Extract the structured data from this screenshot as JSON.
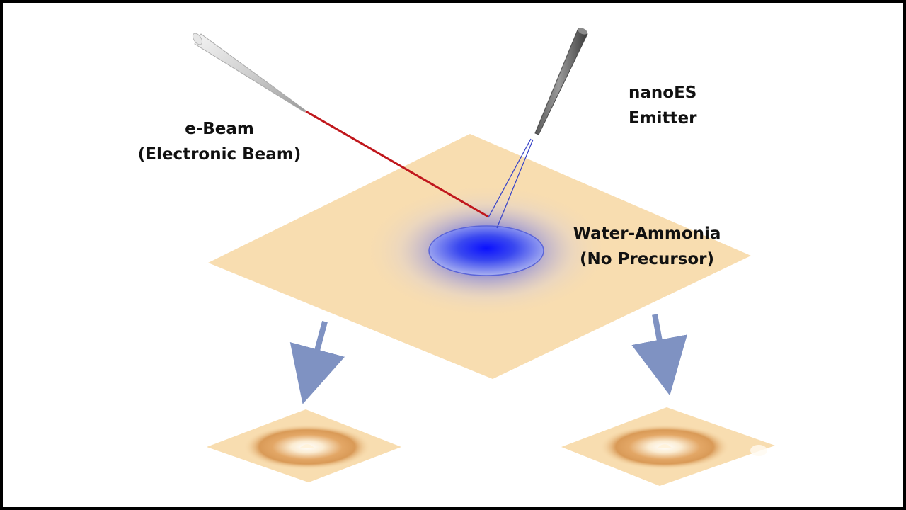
{
  "labels": {
    "ebeam_line1": "e-Beam",
    "ebeam_line2": "(Electronic Beam)",
    "emitter_line1": "nanoES",
    "emitter_line2": "Emitter",
    "water_line1": "Water-Ammonia",
    "water_line2": "(No Precursor)"
  },
  "colors": {
    "substrate": "#F8DDB0",
    "droplet_core": "#0A1AF0",
    "beam": "#C0171C",
    "spray": "#3B46C8",
    "arrow": "#7F92C2",
    "ring": "#D99A57",
    "background": "#FFFFFF",
    "frame": "#000000"
  },
  "icons": {
    "ebeam_source": "e-beam-needle-icon",
    "emitter": "nanoes-emitter-icon",
    "arrow": "down-arrow-icon"
  }
}
